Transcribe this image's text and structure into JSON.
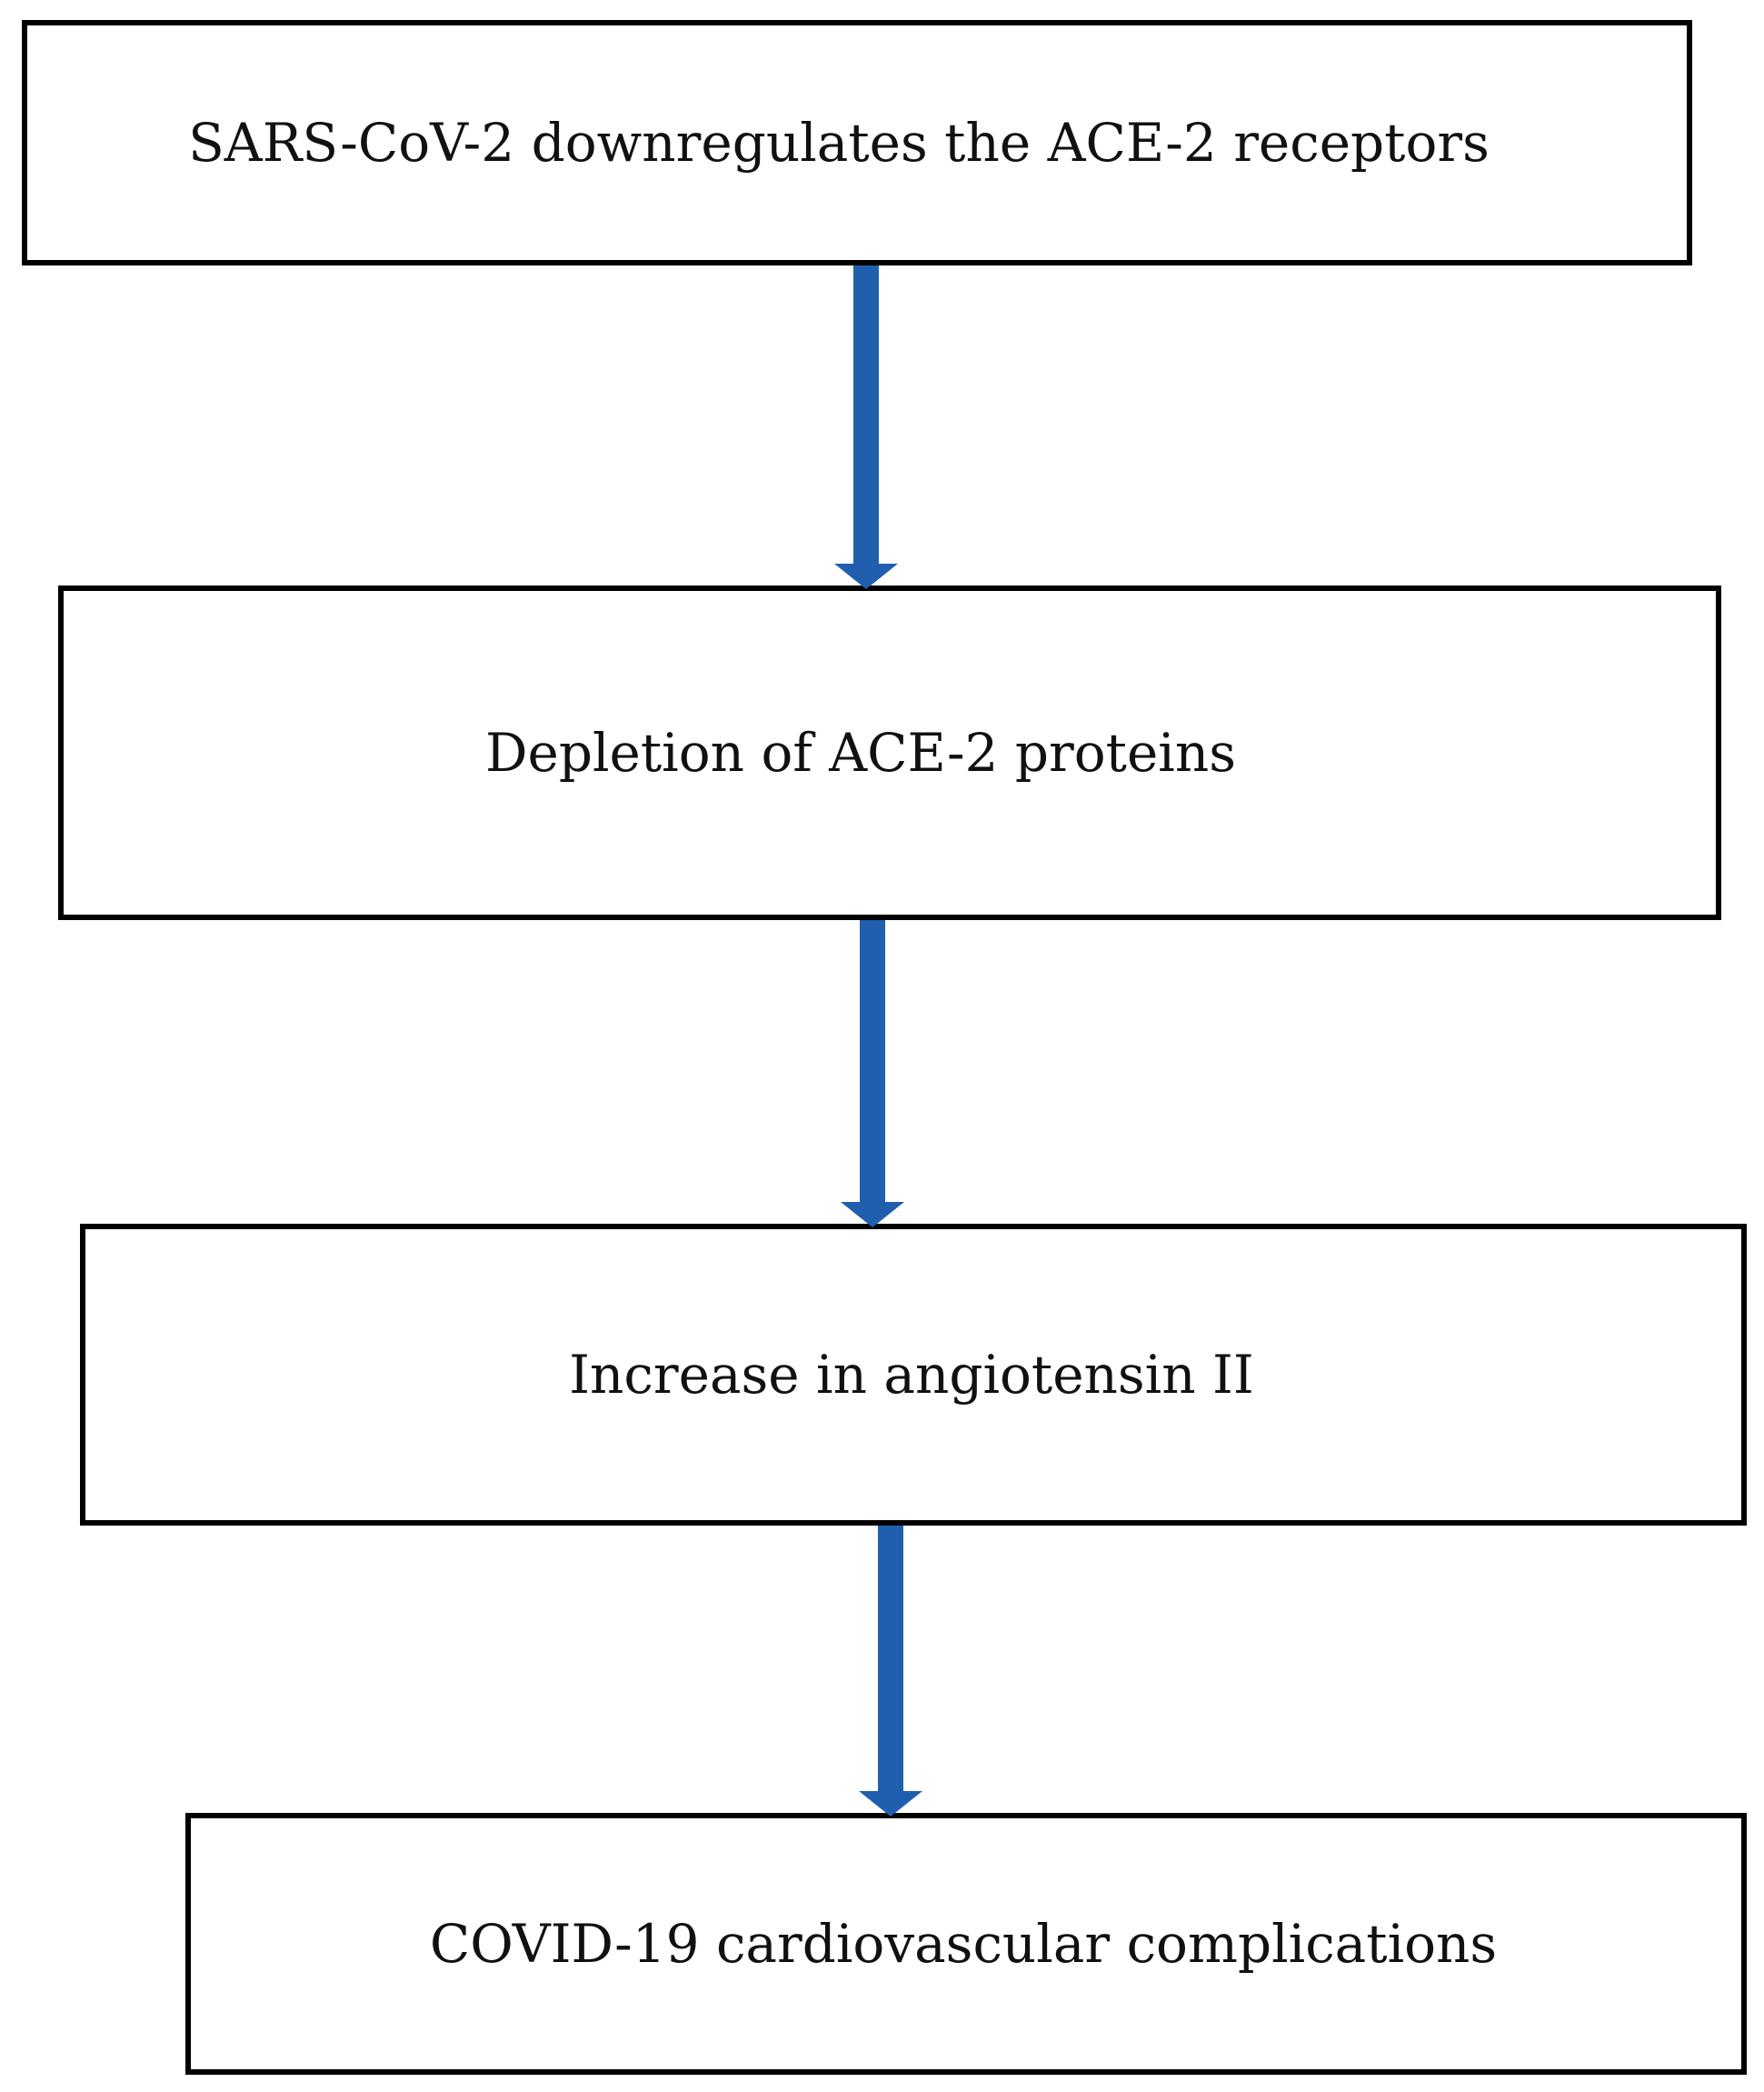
{
  "diagram": {
    "arrow_color": "#1f5fae",
    "steps": [
      {
        "label": "SARS-CoV-2 downregulates the ACE-2 receptors"
      },
      {
        "label": "Depletion of ACE-2 proteins"
      },
      {
        "label": "Increase in angiotensin II"
      },
      {
        "label": "COVID-19 cardiovascular complications"
      }
    ]
  }
}
